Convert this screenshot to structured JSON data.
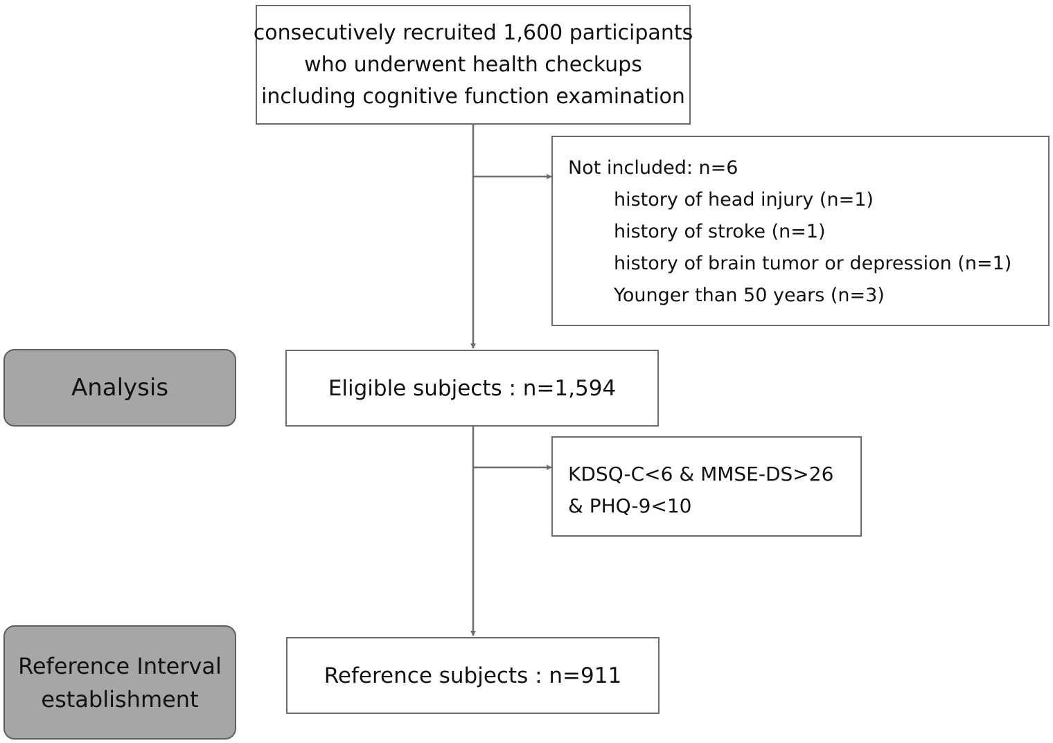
{
  "recruitment": {
    "lines": [
      "consecutively recruited 1,600 participants",
      "who underwent health checkups",
      "including cognitive function examination"
    ]
  },
  "exclusion": {
    "heading": "Not included: n=6",
    "items": [
      "history of head injury (n=1)",
      "history of stroke (n=1)",
      "history of brain tumor or depression (n=1)",
      "Younger than 50 years (n=3)"
    ]
  },
  "eligible": {
    "label": "Eligible subjects : n=1,594"
  },
  "criteria": {
    "lines": [
      "KDSQ-C<6 & MMSE-DS>26",
      "& PHQ-9<10"
    ]
  },
  "reference": {
    "label": "Reference subjects : n=911"
  },
  "stages": {
    "analysis": "Analysis",
    "reference_interval": [
      "Reference Interval",
      "establishment"
    ]
  },
  "colors": {
    "stage_fill": "#a6a6a6",
    "box_border": "#6b6b6b",
    "connector": "#6b6b6b"
  }
}
